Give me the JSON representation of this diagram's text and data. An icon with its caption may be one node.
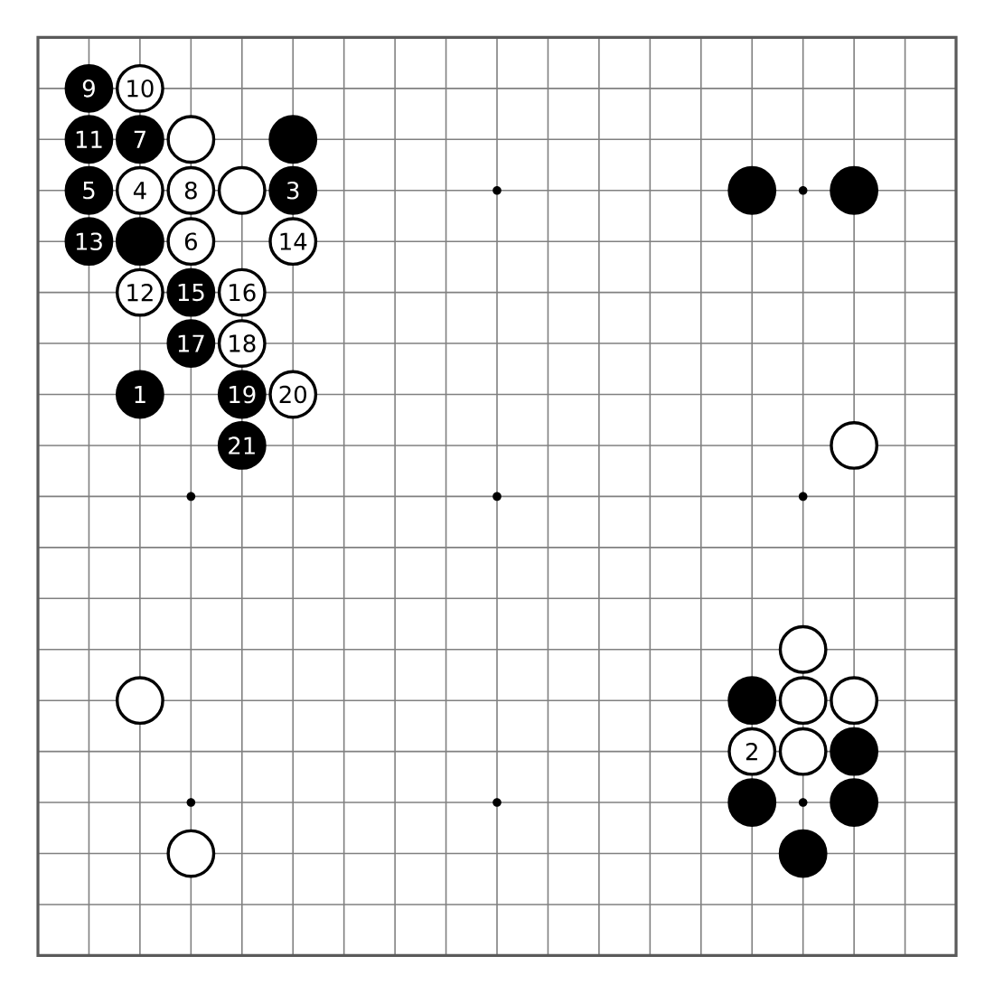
{
  "diagram": {
    "nodes": [
      {
        "text": [
          "9"
        ]
      },
      {
        "text": [
          "10"
        ]
      },
      {
        "text": [
          "11"
        ]
      },
      {
        "text": [
          "7"
        ]
      },
      {
        "text": [],
        "shape": "circle"
      },
      {
        "text": [],
        "shape": "circle"
      },
      {
        "text": [
          "5"
        ]
      },
      {
        "text": [
          "4"
        ]
      },
      {
        "text": [
          "8"
        ]
      },
      {
        "text": [],
        "shape": "circle"
      },
      {
        "text": [
          "3"
        ]
      },
      {
        "text": [],
        "shape": "circle"
      },
      {
        "text": [],
        "shape": "circle"
      },
      {
        "text": [
          "13"
        ]
      },
      {
        "text": [],
        "shape": "circle"
      },
      {
        "text": [
          "6"
        ]
      },
      {
        "text": [
          "14"
        ]
      },
      {
        "text": [
          "12"
        ]
      },
      {
        "text": [
          "15"
        ]
      },
      {
        "text": [
          "16"
        ]
      },
      {
        "text": [
          "17"
        ]
      },
      {
        "text": [
          "18"
        ]
      },
      {
        "text": [
          "1"
        ]
      },
      {
        "text": [
          "19"
        ]
      },
      {
        "text": [
          "20"
        ]
      },
      {
        "text": [
          "21"
        ]
      },
      {
        "text": [],
        "shape": "circle"
      },
      {
        "text": [],
        "shape": "circle"
      },
      {
        "text": [],
        "shape": "circle"
      },
      {
        "text": [],
        "shape": "circle"
      },
      {
        "text": [],
        "shape": "circle"
      },
      {
        "text": [],
        "shape": "circle"
      },
      {
        "text": [
          "2"
        ]
      },
      {
        "text": [],
        "shape": "circle"
      },
      {
        "text": [],
        "shape": "circle"
      },
      {
        "text": [],
        "shape": "circle"
      },
      {
        "text": [],
        "shape": "circle"
      },
      {
        "text": [],
        "shape": "circle"
      },
      {
        "text": [],
        "shape": "circle"
      }
    ]
  }
}
